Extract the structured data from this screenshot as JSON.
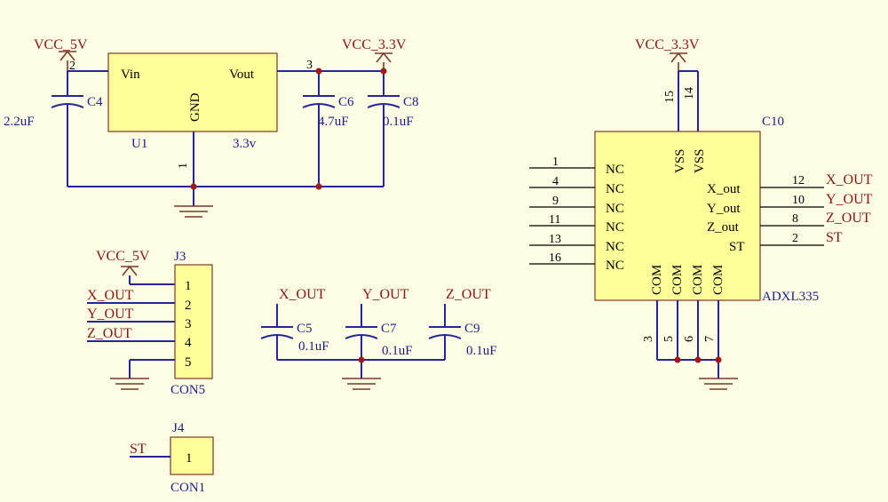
{
  "nets": {
    "vcc5v_a": "VCC_5V",
    "vcc33_a": "VCC_3.3V",
    "vcc33_b": "VCC_3.3V",
    "vcc5v_b": "VCC_5V",
    "xout_j3": "X_OUT",
    "yout_j3": "Y_OUT",
    "zout_j3": "Z_OUT",
    "xout_cap": "X_OUT",
    "yout_cap": "Y_OUT",
    "zout_cap": "Z_OUT",
    "xout_adxl": "X_OUT",
    "yout_adxl": "Y_OUT",
    "zout_adxl": "Z_OUT",
    "st_adxl": "ST",
    "st_j4": "ST"
  },
  "regulator": {
    "ref": "U1",
    "value": "3.3v",
    "vin": "Vin",
    "vout": "Vout",
    "gnd": "GND",
    "pin_in": "2",
    "pin_out": "3",
    "pin_gnd": "1"
  },
  "caps": {
    "c4_ref": "C4",
    "c4_val": "2.2uF",
    "c6_ref": "C6",
    "c6_val": "4.7uF",
    "c8_ref": "C8",
    "c8_val": "0.1uF",
    "c5_ref": "C5",
    "c5_val": "0.1uF",
    "c7_ref": "C7",
    "c7_val": "0.1uF",
    "c9_ref": "C9",
    "c9_val": "0.1uF"
  },
  "j3": {
    "ref": "J3",
    "type": "CON5",
    "pins": [
      "1",
      "2",
      "3",
      "4",
      "5"
    ]
  },
  "j4": {
    "ref": "J4",
    "type": "CON1",
    "pins": [
      "1"
    ]
  },
  "adxl": {
    "ref": "C10",
    "part": "ADXL335",
    "left_pins": [
      "1",
      "4",
      "9",
      "11",
      "13",
      "16"
    ],
    "left_names": [
      "NC",
      "NC",
      "NC",
      "NC",
      "NC",
      "NC"
    ],
    "right_pins": [
      "12",
      "10",
      "8",
      "2"
    ],
    "right_names": [
      "X_out",
      "Y_out",
      "Z_out",
      "ST"
    ],
    "top_pins": [
      "15",
      "14"
    ],
    "top_names": [
      "VSS",
      "VSS"
    ],
    "bottom_pins": [
      "3",
      "5",
      "6",
      "7"
    ],
    "bottom_names": [
      "COM",
      "COM",
      "COM",
      "COM"
    ]
  }
}
